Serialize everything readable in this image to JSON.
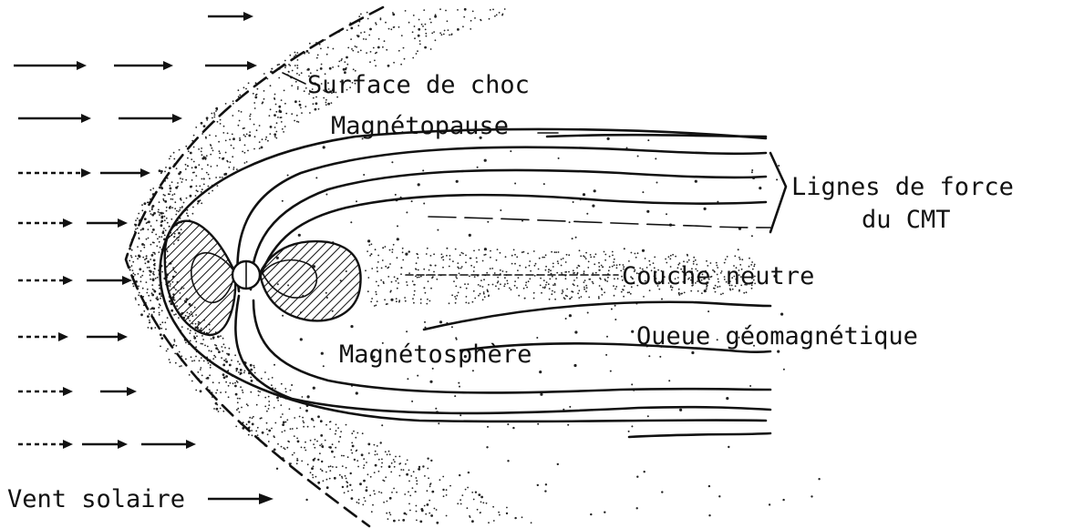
{
  "labels": {
    "shock": "Surface de choc",
    "magnetopause": "Magnétopause",
    "field_lines_1": "Lignes de force",
    "field_lines_2": "du CMT",
    "neutral_sheet": "Couche neutre",
    "tail": "Queue géomagnétique",
    "magnetosphere": "Magnétosphère",
    "solar_wind": "Vent solaire"
  }
}
